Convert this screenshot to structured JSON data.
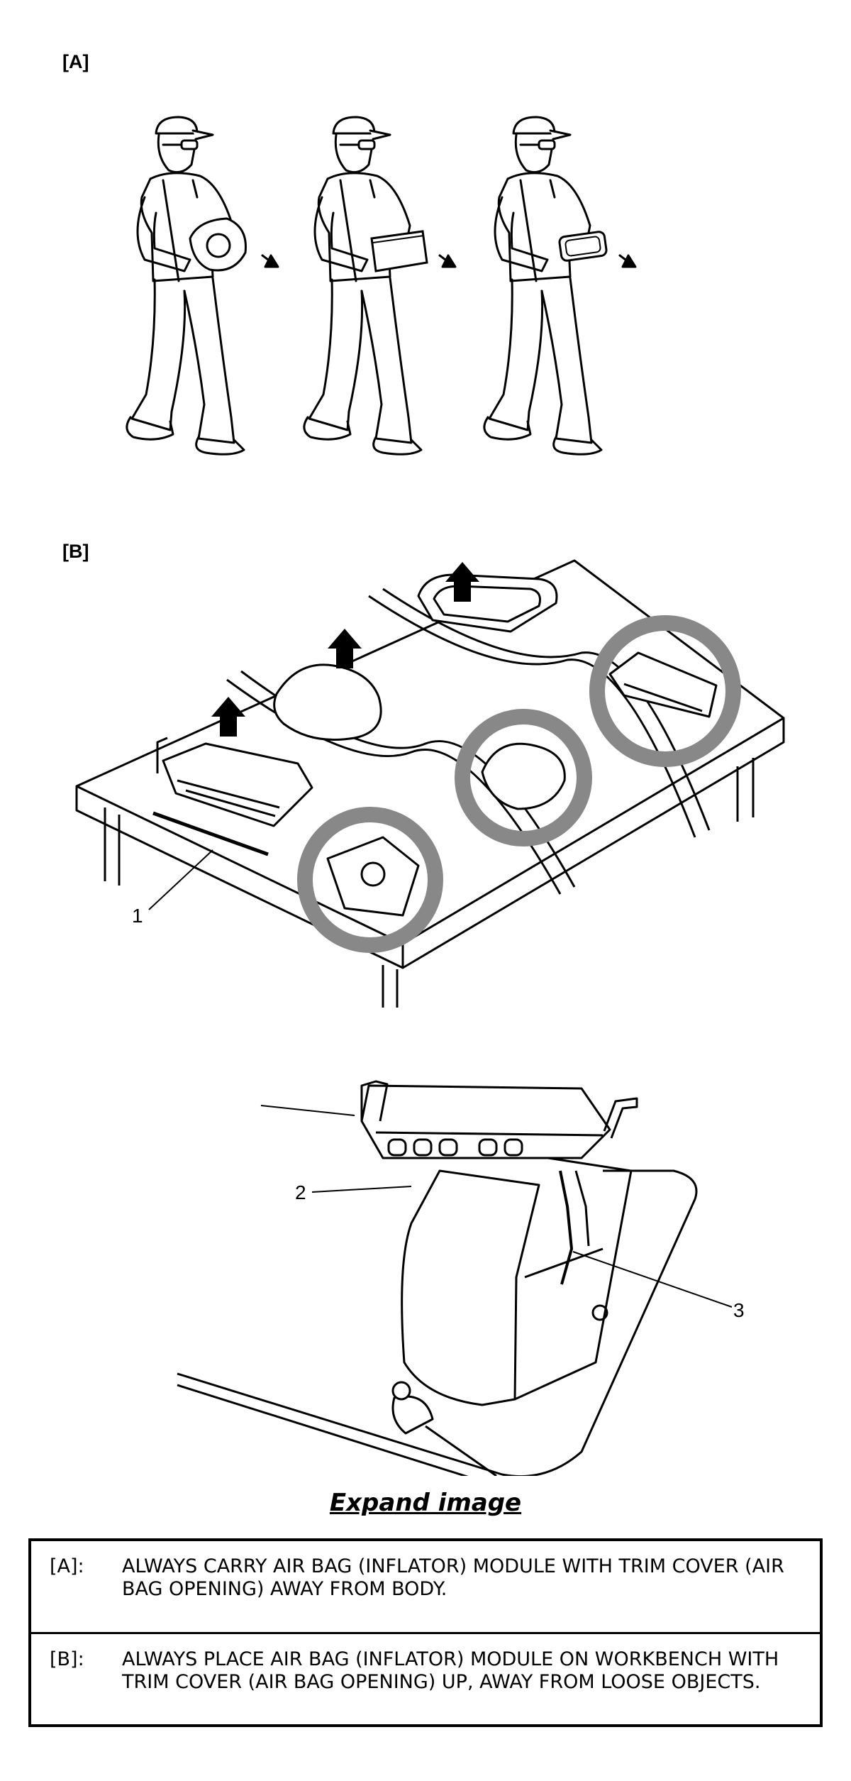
{
  "figures": {
    "a": {
      "label": "[A]"
    },
    "b": {
      "label": "[B]",
      "callout_1": "1"
    },
    "c": {
      "callout_2": "2",
      "callout_3": "3"
    }
  },
  "expand_link": "Expand image",
  "notes": [
    {
      "key": "[A]:",
      "text": "ALWAYS CARRY AIR BAG (INFLATOR) MODULE WITH TRIM COVER (AIR BAG OPENING) AWAY FROM BODY."
    },
    {
      "key": "[B]:",
      "text": "ALWAYS PLACE AIR BAG (INFLATOR) MODULE ON WORKBENCH WITH TRIM COVER (AIR BAG OPENING) UP, AWAY FROM LOOSE OBJECTS."
    }
  ]
}
